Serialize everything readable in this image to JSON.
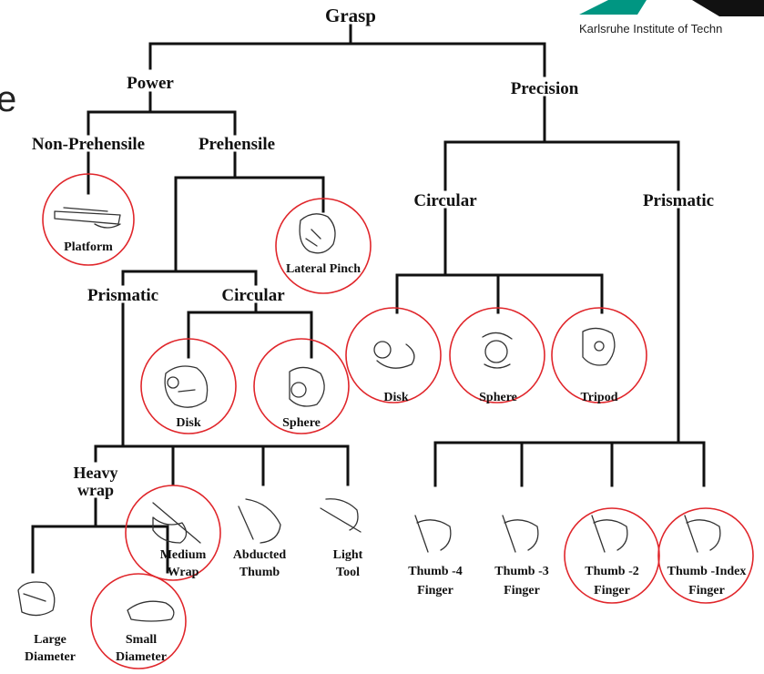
{
  "logo": {
    "text": "Karlsruhe Institute of Techn"
  },
  "edge_text": "e",
  "labels": {
    "grasp": "Grasp",
    "power": "Power",
    "precision": "Precision",
    "non_prehensile": "Non-Prehensile",
    "prehensile": "Prehensile",
    "platform": "Platform",
    "lateral_pinch": "Lateral Pinch",
    "power_prismatic": "Prismatic",
    "power_circular": "Circular",
    "power_disk": "Disk",
    "power_sphere": "Sphere",
    "heavy_wrap_1": "Heavy",
    "heavy_wrap_2": "wrap",
    "medium_wrap_1": "Medium",
    "medium_wrap_2": "Wrap",
    "abducted_thumb_1": "Abducted",
    "abducted_thumb_2": "Thumb",
    "light_tool_1": "Light",
    "light_tool_2": "Tool",
    "large_diameter_1": "Large",
    "large_diameter_2": "Diameter",
    "small_diameter_1": "Small",
    "small_diameter_2": "Diameter",
    "precision_circular": "Circular",
    "precision_prismatic": "Prismatic",
    "precision_disk": "Disk",
    "precision_sphere": "Sphere",
    "tripod": "Tripod",
    "thumb4_1": "Thumb -4",
    "thumb4_2": "Finger",
    "thumb3_1": "Thumb -3",
    "thumb3_2": "Finger",
    "thumb2_1": "Thumb -2",
    "thumb2_2": "Finger",
    "thumbindex_1": "Thumb -Index",
    "thumbindex_2": "Finger"
  },
  "colors": {
    "highlight_ring": "#e0262b",
    "logo_green": "#009682",
    "tree_lines": "#111111"
  }
}
